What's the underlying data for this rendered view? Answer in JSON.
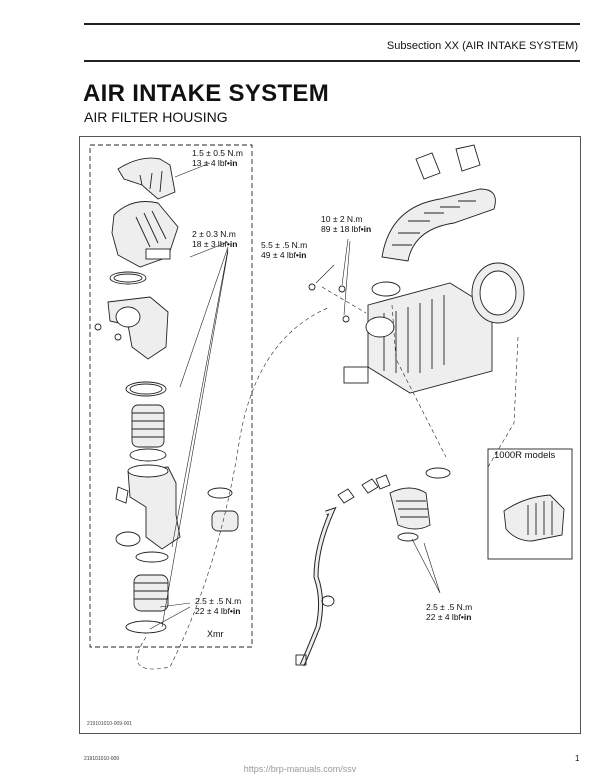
{
  "header": {
    "subsection": "Subsection XX (AIR INTAKE SYSTEM)"
  },
  "title": "AIR INTAKE SYSTEM",
  "subtitle": "AIR FILTER HOUSING",
  "figure": {
    "torque_labels": [
      {
        "line1": "1.5 ± 0.5 N.m",
        "line2_value": "13 ± 4 lbf",
        "line2_unit": "•in"
      },
      {
        "line1": "2 ± 0.3 N.m",
        "line2_value": "18 ± 3 lbf",
        "line2_unit": "•in"
      },
      {
        "line1": "5.5 ± .5 N.m",
        "line2_value": "49 ± 4 lbf",
        "line2_unit": "•in"
      },
      {
        "line1": "10 ± 2 N.m",
        "line2_value": "89 ± 18 lbf",
        "line2_unit": "•in"
      },
      {
        "line1": "2.5 ± .5 N.m",
        "line2_value": "22 ± 4 lbf",
        "line2_unit": "•in"
      },
      {
        "line1": "2.5 ± .5 N.m",
        "line2_value": "22 ± 4 lbf",
        "line2_unit": "•in"
      }
    ],
    "model_label": "1000R models",
    "variant_label": "Xmr",
    "figure_id": "219101010-009-001"
  },
  "footer": {
    "doc_id": "219101010-009",
    "page_number": "1",
    "url": "https://brp-manuals.com/ssv"
  }
}
